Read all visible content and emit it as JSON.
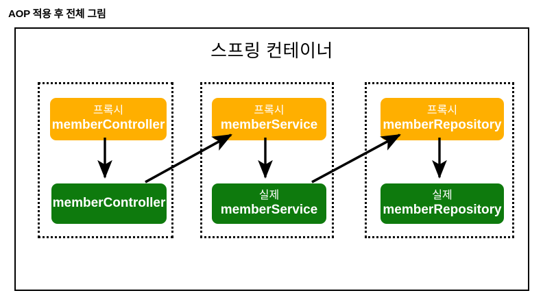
{
  "page": {
    "title": "AOP 적용 후 전체 그림"
  },
  "container": {
    "title": "스프링 컨테이너"
  },
  "colors": {
    "proxy": "#FFAF00",
    "real": "#0E7A0D",
    "text_on_node": "#FFFFFF",
    "frame": "#000000",
    "arrow": "#000000"
  },
  "groups": [
    {
      "name": "member-controller-group",
      "proxy": {
        "line1": "프록시",
        "line2": "memberController"
      },
      "real": {
        "line1": "",
        "line2": "memberController"
      }
    },
    {
      "name": "member-service-group",
      "proxy": {
        "line1": "프록시",
        "line2": "memberService"
      },
      "real": {
        "line1": "실제",
        "line2": "memberService"
      }
    },
    {
      "name": "member-repository-group",
      "proxy": {
        "line1": "프록시",
        "line2": "memberRepository"
      },
      "real": {
        "line1": "실제",
        "line2": "memberRepository"
      }
    }
  ],
  "arrows": [
    {
      "name": "proxy-to-real-controller",
      "kind": "vertical"
    },
    {
      "name": "proxy-to-real-service",
      "kind": "vertical"
    },
    {
      "name": "proxy-to-real-repository",
      "kind": "vertical"
    },
    {
      "name": "real-controller-to-proxy-service",
      "kind": "diagonal"
    },
    {
      "name": "real-service-to-proxy-repository",
      "kind": "diagonal"
    }
  ]
}
